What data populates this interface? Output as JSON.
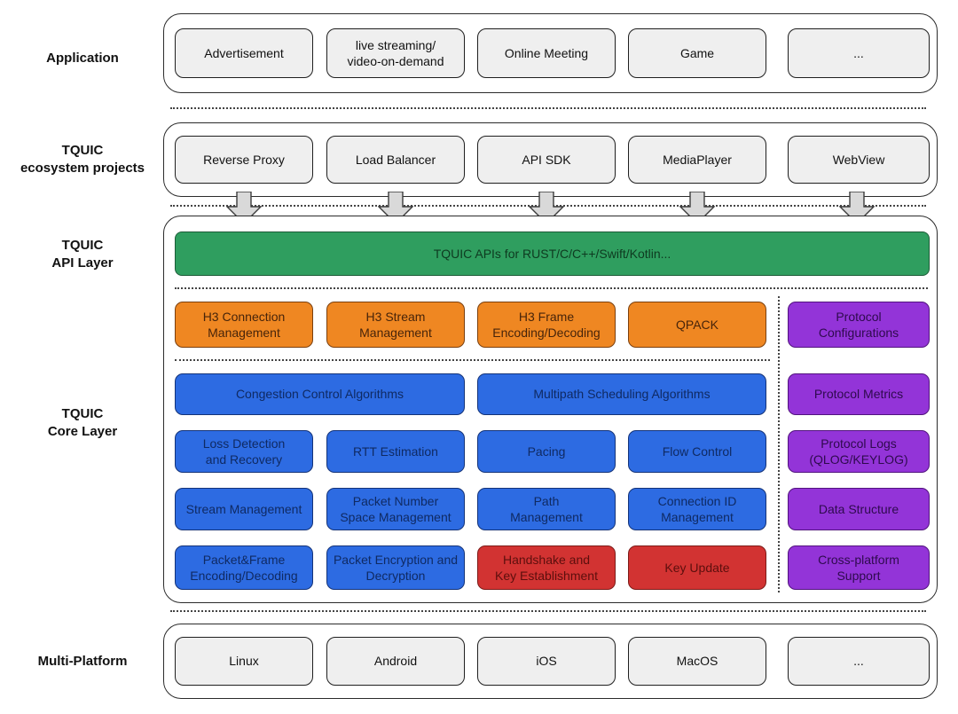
{
  "side_labels": {
    "application": "Application",
    "ecosystem": "TQUIC\necosystem projects",
    "api_layer": "TQUIC\nAPI Layer",
    "core_layer": "TQUIC\nCore Layer",
    "platform": "Multi-Platform"
  },
  "application": {
    "items": [
      "Advertisement",
      "live streaming/\nvideo-on-demand",
      "Online Meeting",
      "Game",
      "..."
    ]
  },
  "ecosystem": {
    "items": [
      "Reverse Proxy",
      "Load Balancer",
      "API SDK",
      "MediaPlayer",
      "WebView"
    ]
  },
  "api_layer": {
    "bar_label": "TQUIC APIs for RUST/C/C++/Swift/Kotlin..."
  },
  "core_layer": {
    "h3_row": [
      "H3 Connection\nManagement",
      "H3 Stream\nManagement",
      "H3 Frame\nEncoding/Decoding",
      "QPACK"
    ],
    "algorithms_row": [
      "Congestion Control Algorithms",
      "Multipath Scheduling Algorithms"
    ],
    "transport_row": [
      "Loss Detection\nand Recovery",
      "RTT Estimation",
      "Pacing",
      "Flow Control"
    ],
    "management_row": [
      "Stream Management",
      "Packet Number\nSpace Management",
      "Path\nManagement",
      "Connection ID\nManagement"
    ],
    "bottom_row": [
      {
        "label": "Packet&Frame\nEncoding/Decoding",
        "color": "blue"
      },
      {
        "label": "Packet Encryption and\nDecryption",
        "color": "blue"
      },
      {
        "label": "Handshake and\nKey Establishment",
        "color": "red"
      },
      {
        "label": "Key Update",
        "color": "red"
      }
    ],
    "utility_column": [
      "Protocol\nConfigurations",
      "Protocol Metrics",
      "Protocol Logs\n(QLOG/KEYLOG)",
      "Data Structure",
      "Cross-platform\nSupport"
    ]
  },
  "platform": {
    "items": [
      "Linux",
      "Android",
      "iOS",
      "MacOS",
      "..."
    ]
  },
  "colors": {
    "api_green": "#2f9e5f",
    "h3_orange": "#ef8722",
    "core_blue": "#2d6be2",
    "crypto_red": "#d23332",
    "utility_purple": "#9334d8",
    "box_gray": "#efefef",
    "arrow_gray": "#d9d9d9"
  }
}
